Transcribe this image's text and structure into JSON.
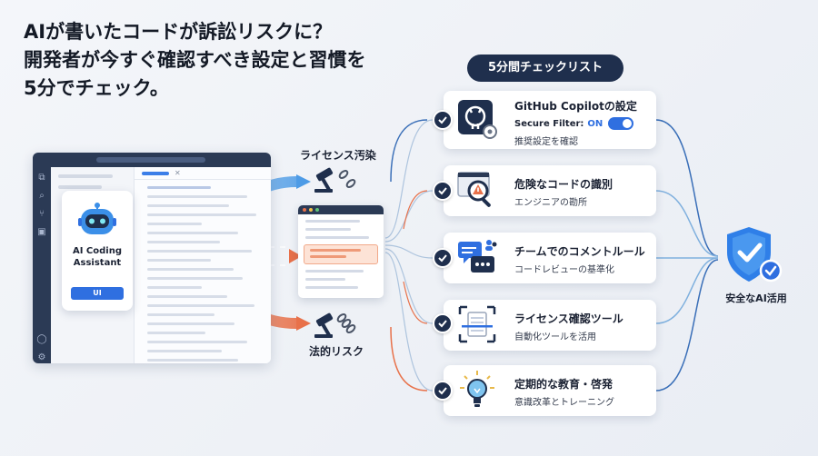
{
  "headline": {
    "line1": "AIが書いたコードが訴訟リスクに？",
    "line2": "開発者が今すぐ確認すべき設定と習慣を",
    "line3": "5分でチェック。"
  },
  "assistant": {
    "name_line1": "AI Coding",
    "name_line2": "Assistant",
    "ui_label": "UI"
  },
  "risks": {
    "license": "ライセンス汚染",
    "legal": "法的リスク"
  },
  "checklist": {
    "title": "5分間チェックリスト",
    "items": [
      {
        "title": "GitHub Copilotの設定",
        "toggle_label": "Secure Filter:",
        "toggle_state": "ON",
        "sub": "推奨設定を確認"
      },
      {
        "title": "危険なコードの識別",
        "sub": "エンジニアの勘所"
      },
      {
        "title": "チームでのコメントルール",
        "sub": "コードレビューの基準化"
      },
      {
        "title": "ライセンス確認ツール",
        "sub": "自動化ツールを活用"
      },
      {
        "title": "定期的な教育・啓発",
        "sub": "意識改革とトレーニング"
      }
    ]
  },
  "result": {
    "label": "安全なAI活用"
  },
  "icons": {
    "license": "gavel-and-broken-chain-icon",
    "legal": "gavel-and-chain-icon",
    "github": "github-octocat-gear-icon",
    "danger": "warning-magnifier-icon",
    "comments": "chat-bubbles-team-icon",
    "doc": "document-scan-icon",
    "bulb": "lightbulb-icon",
    "shield": "shield-check-icon",
    "check": "check-icon"
  },
  "colors": {
    "navy": "#1f2f4d",
    "accent_blue": "#2f6fe0",
    "flow_blue": "#5aa7e8",
    "risk_orange": "#e8714a"
  }
}
